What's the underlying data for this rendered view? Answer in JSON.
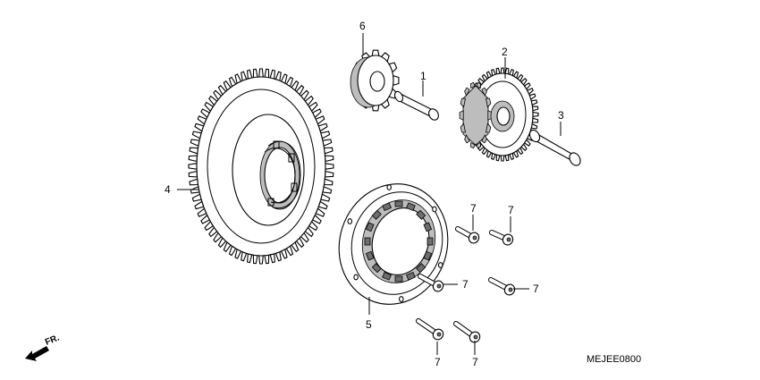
{
  "diagram": {
    "code": "MEJEE0800",
    "direction_label": "FR.",
    "callouts": [
      {
        "id": "c1",
        "label": "1"
      },
      {
        "id": "c2",
        "label": "2"
      },
      {
        "id": "c3",
        "label": "3"
      },
      {
        "id": "c4",
        "label": "4"
      },
      {
        "id": "c5",
        "label": "5"
      },
      {
        "id": "c6",
        "label": "6"
      },
      {
        "id": "c7a",
        "label": "7"
      },
      {
        "id": "c7b",
        "label": "7"
      },
      {
        "id": "c7c",
        "label": "7"
      },
      {
        "id": "c7d",
        "label": "7"
      },
      {
        "id": "c7e",
        "label": "7"
      },
      {
        "id": "c7f",
        "label": "7"
      }
    ]
  }
}
